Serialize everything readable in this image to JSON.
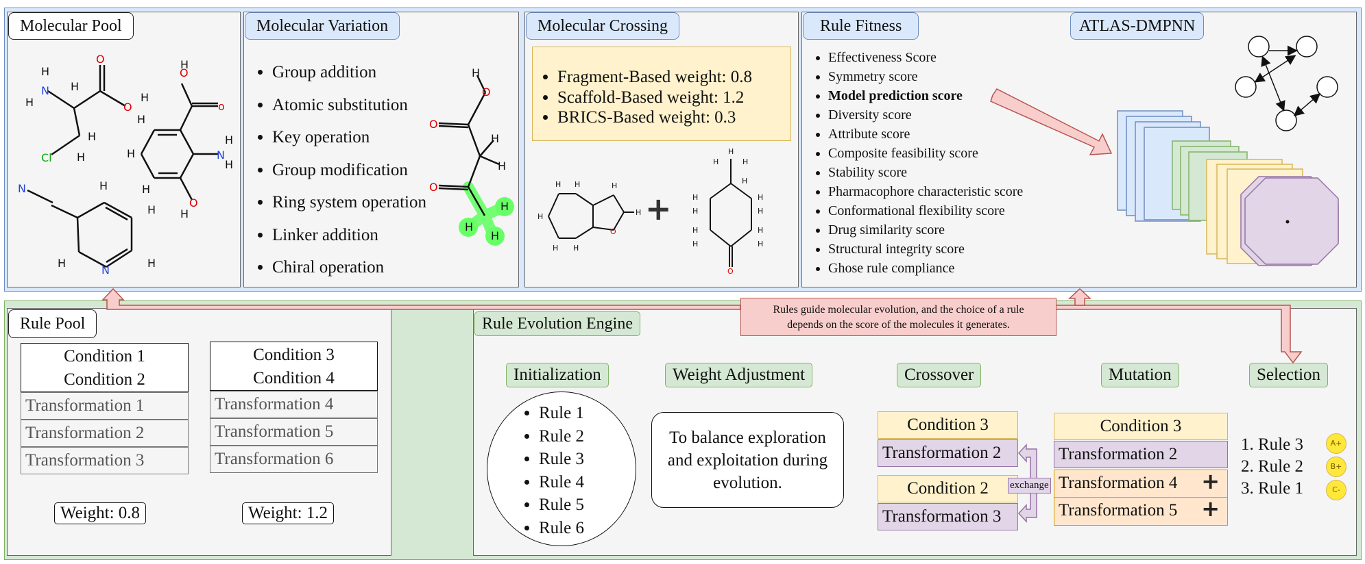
{
  "colors": {
    "blue_bg": "#dae8fc",
    "blue_border": "#6c8ebf",
    "green_bg": "#d5e8d4",
    "green_border": "#82b366",
    "yellow_bg": "#fff2cc",
    "purple_bg": "#e1d5e7",
    "orange_bg": "#ffe6cc",
    "red_bg": "#f8cecc",
    "red_border": "#b85450",
    "highlight": "#66ff66"
  },
  "molecular_pool": {
    "title": "Molecular Pool"
  },
  "molecular_variation": {
    "title": "Molecular Variation",
    "items": [
      "Group addition",
      "Atomic substitution",
      "Key operation",
      "Group modification",
      "Ring system operation",
      "Linker addition",
      "Chiral operation"
    ]
  },
  "molecular_crossing": {
    "title": "Molecular Crossing",
    "weights": [
      "Fragment-Based weight: 0.8",
      "Scaffold-Based weight: 1.2",
      "BRICS-Based weight: 0.3"
    ],
    "plus": "+"
  },
  "rule_fitness": {
    "title": "Rule Fitness",
    "model_title": "ATLAS-DMPNN",
    "scores": [
      "Effectiveness Score",
      "Symmetry score",
      "Model prediction score",
      "Diversity score",
      "Attribute score",
      "Composite feasibility score",
      "Stability score",
      "Pharmacophore characteristic score",
      "Conformational flexibility score",
      "Drug similarity score",
      "Structural integrity score",
      "Ghose rule compliance"
    ]
  },
  "annotation": {
    "line1": "Rules guide molecular evolution, and the choice of a rule",
    "line2": "depends on the score of the molecules it generates."
  },
  "rule_pool": {
    "title": "Rule Pool",
    "rules": [
      {
        "conditions": [
          "Condition 1",
          "Condition 2"
        ],
        "transformations": [
          "Transformation 1",
          "Transformation 2",
          "Transformation 3"
        ],
        "weight": "Weight: 0.8"
      },
      {
        "conditions": [
          "Condition 3",
          "Condition 4"
        ],
        "transformations": [
          "Transformation 4",
          "Transformation 5",
          "Transformation 6"
        ],
        "weight": "Weight: 1.2"
      }
    ]
  },
  "engine": {
    "title": "Rule Evolution Engine",
    "stages": [
      "Initialization",
      "Weight Adjustment",
      "Crossover",
      "Mutation",
      "Selection"
    ],
    "initial_rules": [
      "Rule 1",
      "Rule 2",
      "Rule 3",
      "Rule 4",
      "Rule 5",
      "Rule 6"
    ],
    "weight_text": [
      "To balance exploration",
      "and exploitation during",
      "evolution."
    ],
    "crossover": {
      "cond_a": "Condition 3",
      "trans_a": "Transformation 2",
      "cond_b": "Condition 2",
      "trans_b": "Transformation 3",
      "exchange": "exchange"
    },
    "mutation": {
      "cond": "Condition 3",
      "trans": "Transformation 2",
      "added": [
        "Transformation 4",
        "Transformation 5"
      ],
      "plus": "+"
    },
    "selection": {
      "ranked": [
        "1. Rule 3",
        "2. Rule 2",
        "3. Rule 1"
      ],
      "grades": [
        "A+",
        "B+",
        "C-"
      ]
    }
  }
}
